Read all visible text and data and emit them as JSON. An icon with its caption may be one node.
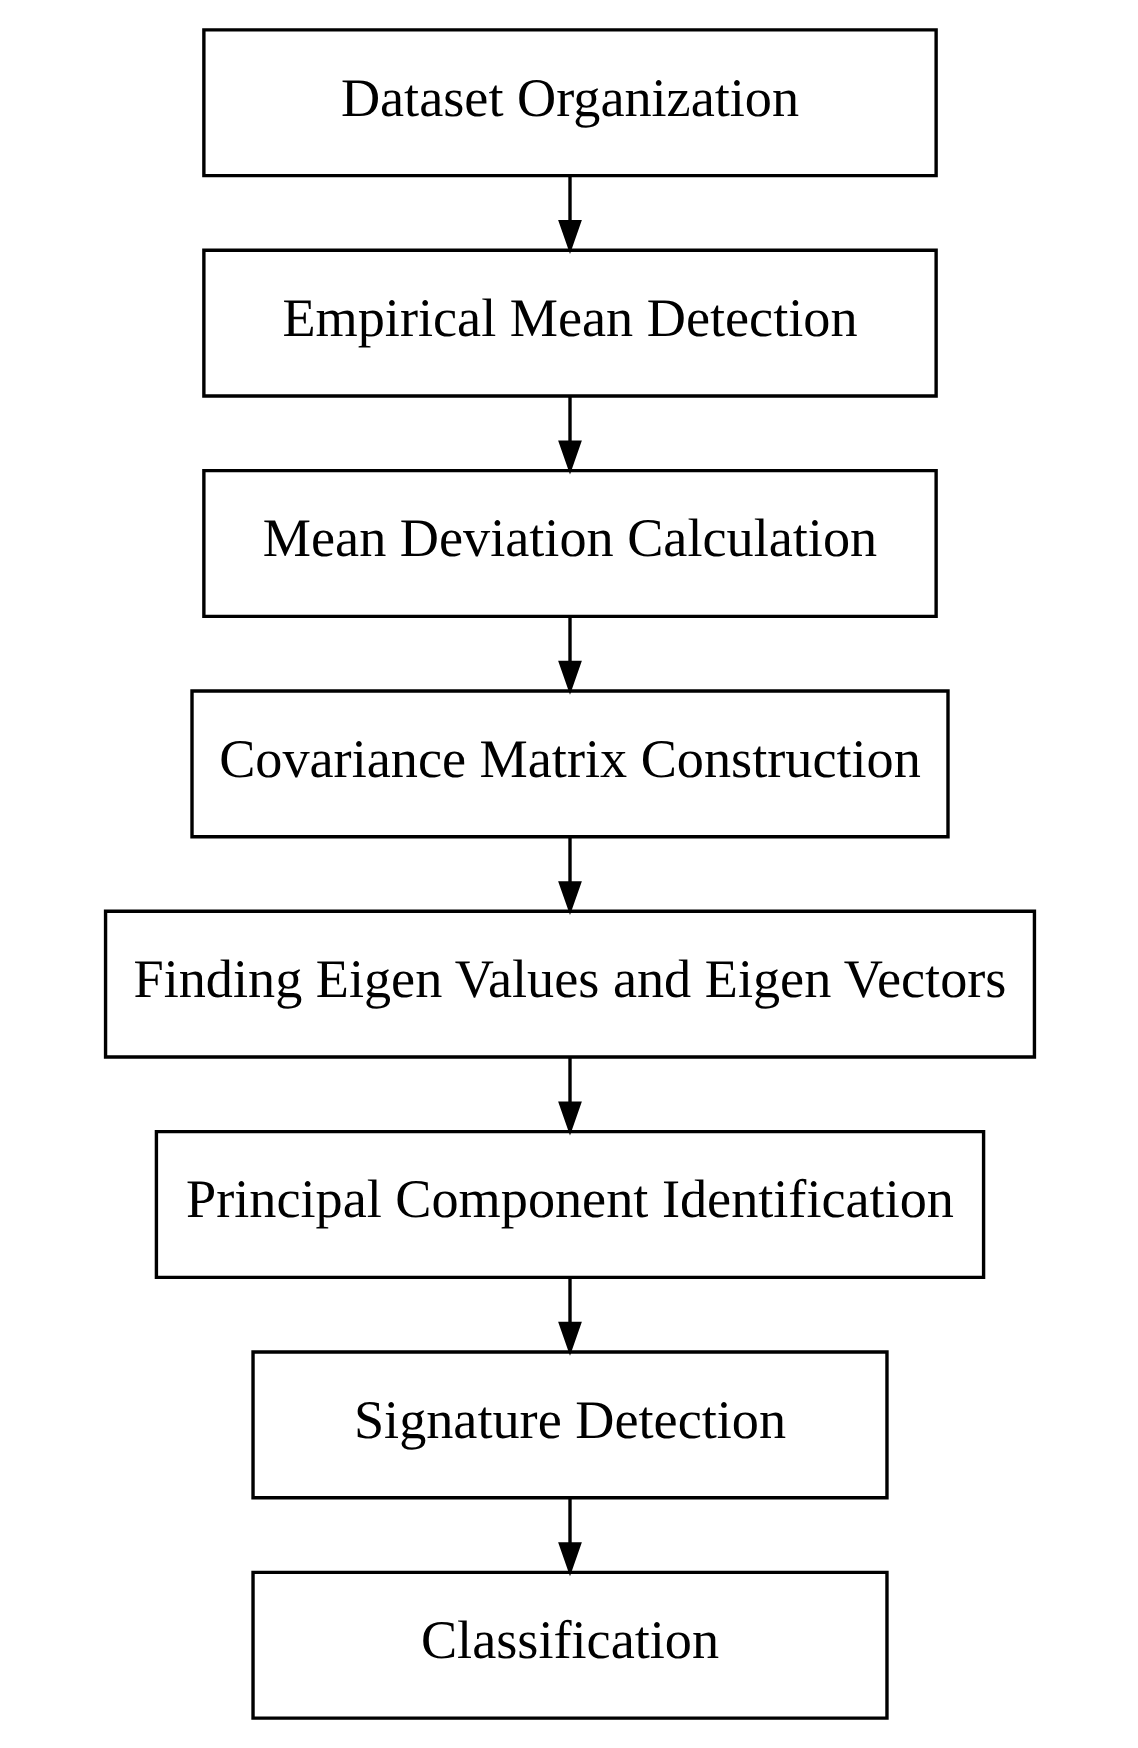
{
  "diagram": {
    "nodes": [
      {
        "text": [
          "Dataset Organization"
        ]
      },
      {
        "text": [
          "Empirical Mean Detection"
        ]
      },
      {
        "text": [
          "Mean Deviation Calculation"
        ]
      },
      {
        "text": [
          "Covariance Matrix Construction"
        ]
      },
      {
        "text": [
          "Finding Eigen Values and Eigen Vectors"
        ]
      },
      {
        "text": [
          "Principal Component Identification"
        ]
      },
      {
        "text": [
          "Signature Detection"
        ]
      },
      {
        "text": [
          "Classification"
        ]
      }
    ],
    "edges": [
      {
        "from": 0,
        "to": 1,
        "arrow": "to"
      },
      {
        "from": 1,
        "to": 2,
        "arrow": "to"
      },
      {
        "from": 2,
        "to": 3,
        "arrow": "to"
      },
      {
        "from": 3,
        "to": 4,
        "arrow": "to"
      },
      {
        "from": 4,
        "to": 5,
        "arrow": "to"
      },
      {
        "from": 5,
        "to": 6,
        "arrow": "to"
      },
      {
        "from": 6,
        "to": 7,
        "arrow": "to"
      }
    ]
  }
}
